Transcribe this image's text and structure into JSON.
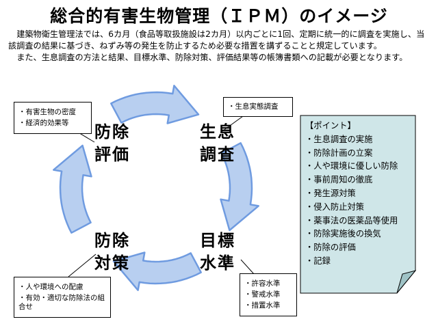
{
  "title": "総合的有害生物管理（ＩＰＭ）のイメージ",
  "intro": {
    "p1": "建築物衛生管理法では、6カ月（食品等取扱施設は2カ月）以内ごとに1回、定期に統一的に調査を実施し、当該調査の結果に基づき、ねずみ等の発生を防止するため必要な措置を講ずることと規定しています。",
    "p2": "また、生息調査の方法と結果、目標水準、防除対策、評価結果等の帳簿書類への記載が必要となります。"
  },
  "cycle": {
    "evaluation": [
      "防除",
      "評価"
    ],
    "survey": [
      "生息",
      "調査"
    ],
    "target": [
      "目標",
      "水準"
    ],
    "measures": [
      "防除",
      "対策"
    ]
  },
  "notes": {
    "evaluation": [
      "・有害生物の密度",
      "・経済的効果等"
    ],
    "survey": [
      "・生息実態調査"
    ],
    "target": [
      "・許容水準",
      "・警戒水準",
      "・措置水準"
    ],
    "measures": [
      "・人や環境への配慮",
      "・有効・適切な防除法の組合せ"
    ]
  },
  "points": {
    "heading": "【ポイント】",
    "items": [
      "・生息調査の実施",
      "・防除計画の立案",
      "・人や環境に優しい防除",
      "・事前周知の徹底",
      "・発生源対策",
      "・侵入防止対策",
      "・薬事法の医薬品等使用",
      "・防除実施後の換気",
      "・防除の評価",
      "・記録"
    ]
  },
  "colors": {
    "arrow_fill": "#b8cff0",
    "arrow_stroke": "#6f9be0",
    "points_fill": "#cfe6e8"
  }
}
